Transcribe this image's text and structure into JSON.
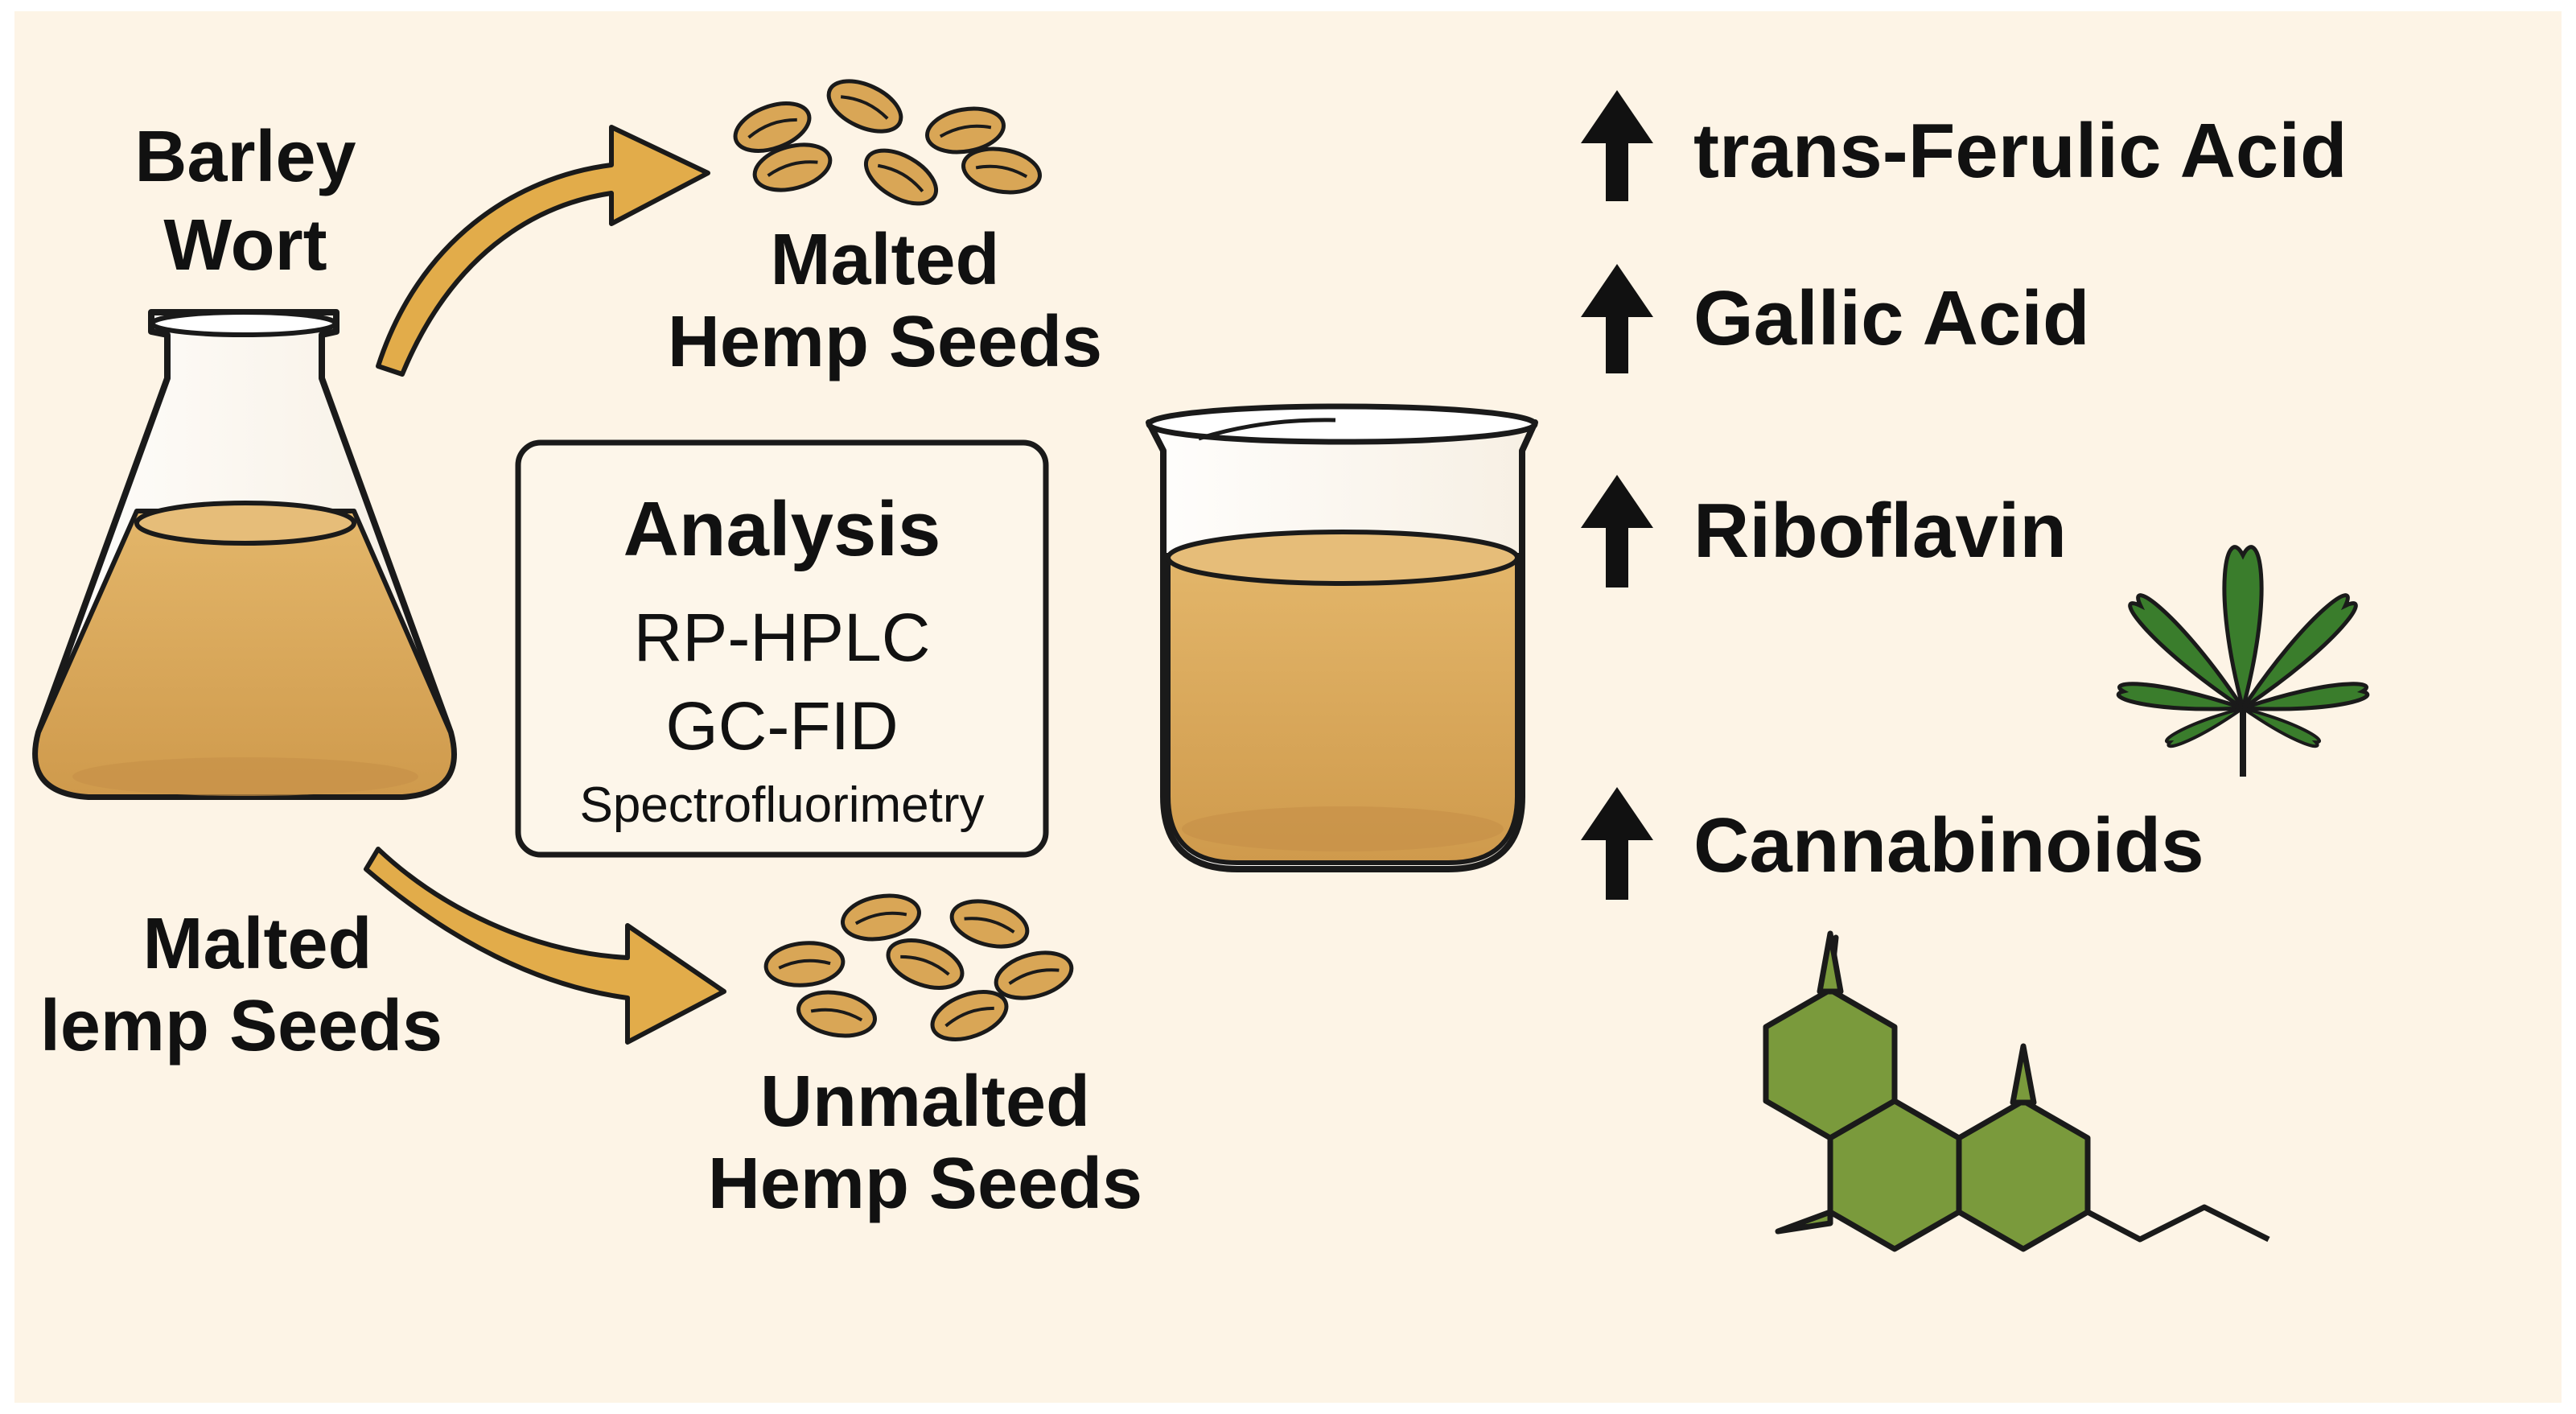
{
  "labels": {
    "barley_wort": [
      "Barley",
      "Wort"
    ],
    "malted_top": [
      "Malted",
      "Hemp Seeds"
    ],
    "malted_left": [
      "Malted",
      "lemp Seeds"
    ],
    "unmalted": [
      "Unmalted",
      "Hemp Seeds"
    ]
  },
  "analysis": {
    "title": "Analysis",
    "methods": [
      "RP-HPLC",
      "GC-FID",
      "Spectrofluorimetry"
    ]
  },
  "results": [
    {
      "label": "trans-Ferulic Acid",
      "trend": "increase"
    },
    {
      "label": "Gallic Acid",
      "trend": "increase"
    },
    {
      "label": "Riboflavin",
      "trend": "increase"
    },
    {
      "label": "Cannabinoids",
      "trend": "increase"
    }
  ],
  "icons": [
    "flask-icon",
    "curved-arrow-icon",
    "seed-icon",
    "beaker-icon",
    "up-arrow-icon",
    "cannabis-leaf-icon",
    "cannabinoid-molecule-icon"
  ],
  "colors": {
    "background": "#fdf4e6",
    "liquid": "#d9a656",
    "arrow": "#e2ac4a",
    "leaf": "#3a7d2c",
    "molecule": "#7a9a3c"
  }
}
